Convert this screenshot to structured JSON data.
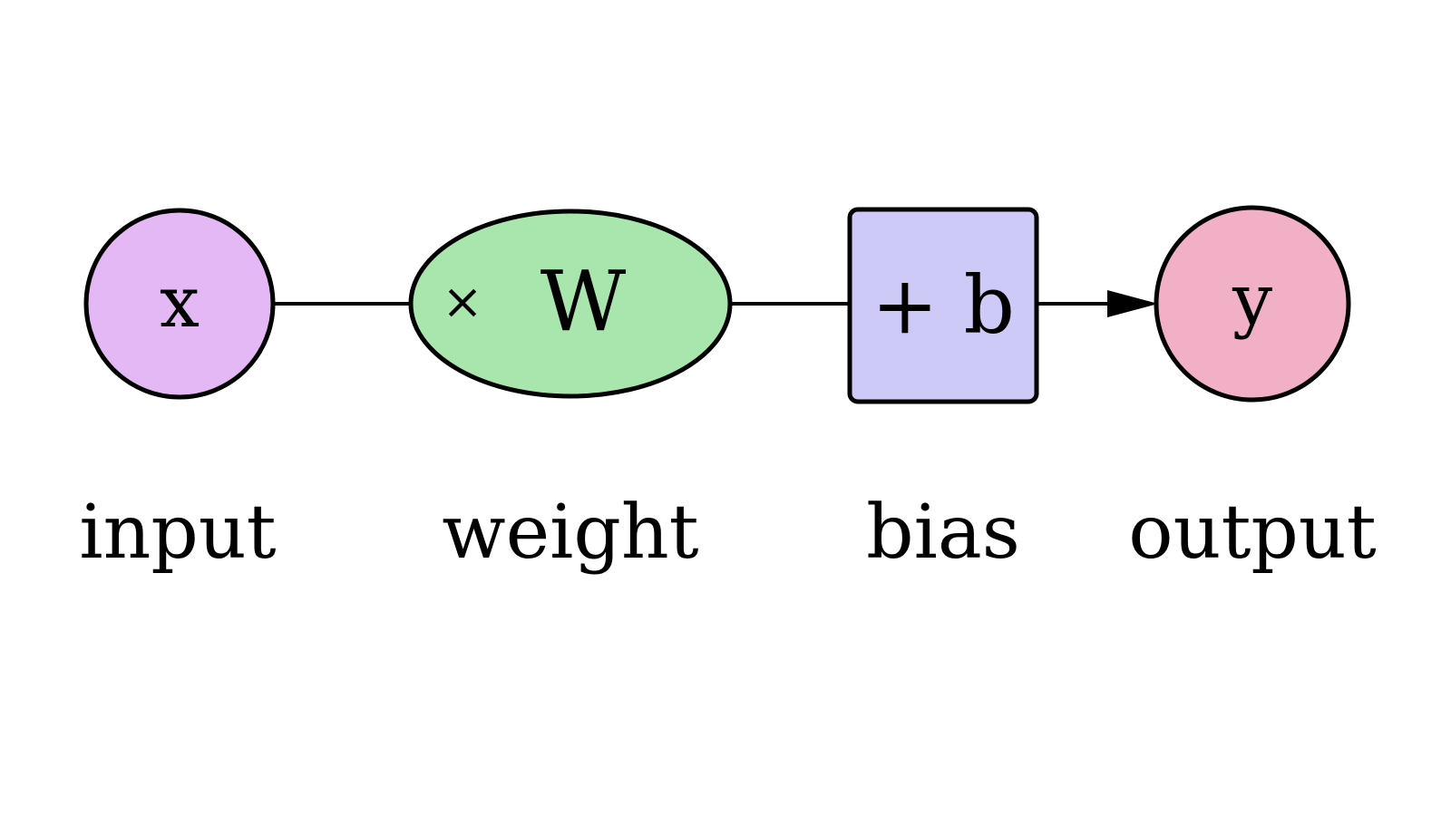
{
  "nodes": {
    "input": {
      "symbol": "x",
      "caption": "input",
      "fill": "#e4b8f4"
    },
    "weight": {
      "operator": "×",
      "symbol": "W",
      "caption": "weight",
      "fill": "#a8e6ad"
    },
    "bias": {
      "symbol": "+ b",
      "caption": "bias",
      "fill": "#cdcaf7"
    },
    "output": {
      "symbol": "y",
      "caption": "output",
      "fill": "#f2b0c6"
    }
  },
  "colors": {
    "stroke": "#000000",
    "background": "#ffffff"
  }
}
